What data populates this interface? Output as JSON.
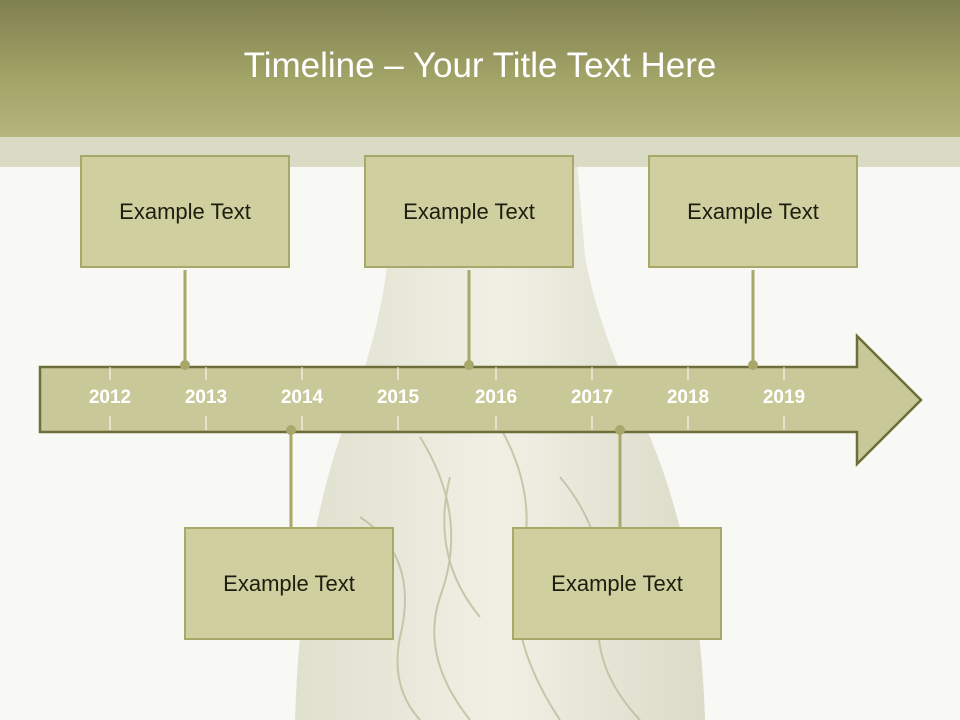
{
  "title": "Timeline – Your Title Text Here",
  "colors": {
    "header": "#a1a266",
    "box_fill": "#cfcf9f",
    "box_border": "#a8a86a",
    "arrow_fill": "#c8c898",
    "arrow_border": "#6e6e3a",
    "year_text": "#ffffff"
  },
  "years": [
    "2012",
    "2013",
    "2014",
    "2015",
    "2016",
    "2017",
    "2018",
    "2019"
  ],
  "events_top": [
    {
      "label": "Example Text"
    },
    {
      "label": "Example Text"
    },
    {
      "label": "Example Text"
    }
  ],
  "events_bottom": [
    {
      "label": "Example Text"
    },
    {
      "label": "Example Text"
    }
  ]
}
